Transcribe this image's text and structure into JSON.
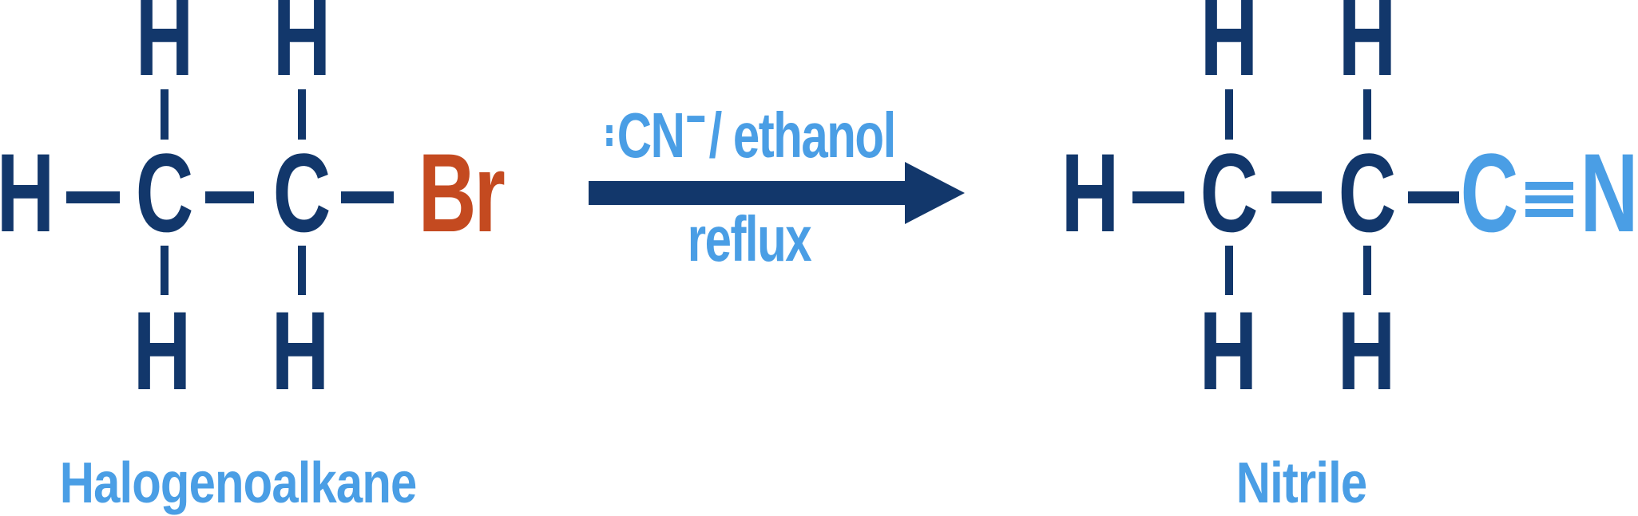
{
  "colors": {
    "navy": "#12376b",
    "light_blue": "#4a9ee5",
    "orange": "#c44a20"
  },
  "left_molecule": {
    "label": "Halogenoalkane",
    "top_hydrogens": [
      "H",
      "H"
    ],
    "chain": [
      "H",
      "C",
      "C",
      "Br"
    ],
    "bottom_hydrogens": [
      "H",
      "H"
    ]
  },
  "reaction": {
    "reagent_lone_pair": ":",
    "reagent": "CN",
    "reagent_charge": "−",
    "solvent": "/ ethanol",
    "condition": "reflux"
  },
  "right_molecule": {
    "label": "Nitrile",
    "top_hydrogens": [
      "H",
      "H"
    ],
    "chain": [
      "H",
      "C",
      "C",
      "C",
      "N"
    ],
    "bottom_hydrogens": [
      "H",
      "H"
    ]
  }
}
